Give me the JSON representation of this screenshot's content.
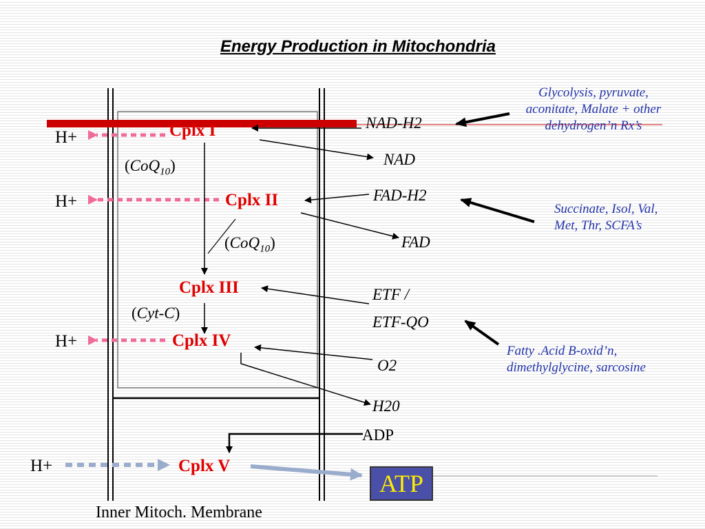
{
  "title": "Energy Production in Mitochondria",
  "complexes": {
    "c1": "Cplx I",
    "c2": "Cplx II",
    "c3": "Cplx III",
    "c4": "Cplx IV",
    "c5": "Cplx V"
  },
  "carriers": {
    "coq_a": "CoQ",
    "coq_a_sub": "10",
    "coq_b": "CoQ",
    "coq_b_sub": "10",
    "cytc": "Cyt-C"
  },
  "protons": [
    "H+",
    "H+",
    "H+",
    "H+"
  ],
  "substrates": {
    "nadh2": "NAD-H2",
    "nad": "NAD",
    "fadh2": "FAD-H2",
    "fad": "FAD",
    "etf": "ETF /",
    "etfqo": "ETF-QO",
    "o2": "O2",
    "h2o": "H20",
    "adp": "ADP",
    "atp": "ATP"
  },
  "notes": {
    "glycolysis": "Glycolysis, pyruvate, aconitate, Malate + other  dehydrogen’n Rx’s",
    "succinate": "Succinate, Isol, Val, Met, Thr, SCFA’s",
    "fatty_acid": "Fatty .Acid B-oxid’n, dimethylglycine, sarcosine"
  },
  "membrane_label": "Inner Mitoch. Membrane",
  "colors": {
    "complex_text": "#e00000",
    "note_text": "#2233aa",
    "proton_arrow_pink": "#f06a9a",
    "proton_arrow_blue": "#9aaccc",
    "red_bar": "#cc0000",
    "atp_box": "#4a4fa8",
    "atp_text": "#ffee00"
  }
}
